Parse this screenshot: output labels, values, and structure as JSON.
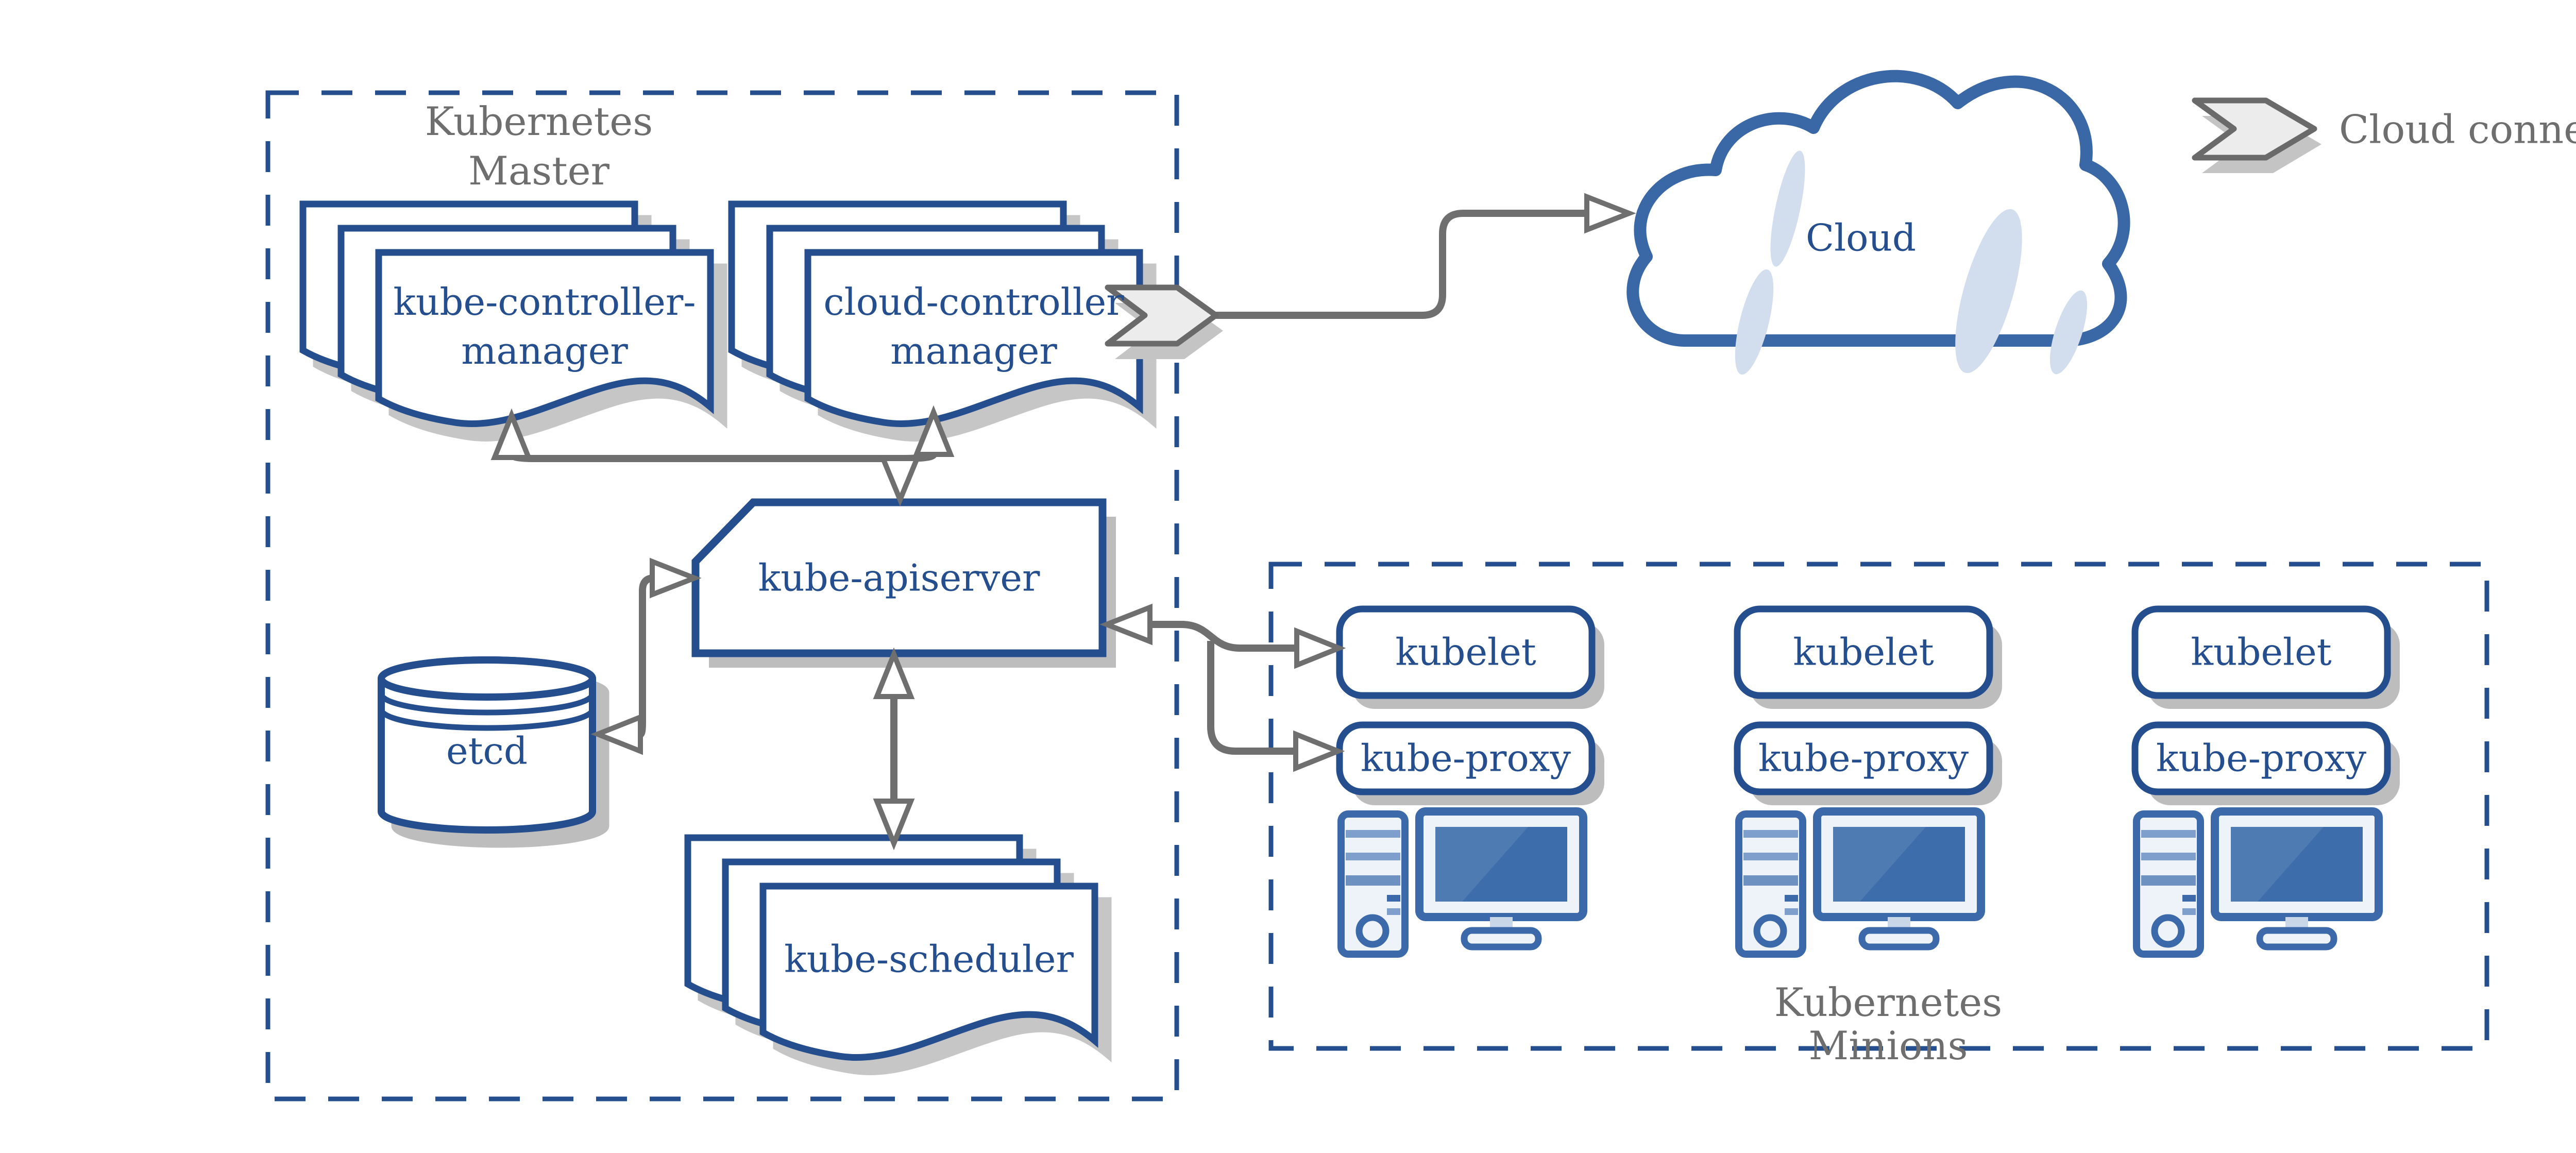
{
  "diagram": {
    "type": "kubernetes-architecture",
    "master": {
      "title_line1": "Kubernetes",
      "title_line2": "Master"
    },
    "components": {
      "kube_controller_manager_line1": "kube-controller-",
      "kube_controller_manager_line2": "manager",
      "cloud_controller_manager_line1": "cloud-controller",
      "cloud_controller_manager_line2": "manager",
      "kube_apiserver": "kube-apiserver",
      "etcd": "etcd",
      "kube_scheduler": "kube-scheduler"
    },
    "cloud": {
      "label": "Cloud"
    },
    "legend": {
      "cloud_connector": "Cloud connector"
    },
    "minions": {
      "title_line1": "Kubernetes",
      "title_line2": "Minions",
      "nodes": [
        {
          "kubelet": "kubelet",
          "kube_proxy": "kube-proxy"
        },
        {
          "kubelet": "kubelet",
          "kube_proxy": "kube-proxy"
        },
        {
          "kubelet": "kubelet",
          "kube_proxy": "kube-proxy"
        }
      ]
    },
    "colors": {
      "primary_blue": "#254E8E",
      "icon_blue": "#3B69A9",
      "screen_blue": "#3E6DAC",
      "cloud_shine_blue": "#D2DEEE",
      "line_gray": "#6F6F6F",
      "text_gray": "#6E6E6E",
      "shadow_gray": "#BDBDBD",
      "chevron_fill": "#ECECEC"
    }
  }
}
